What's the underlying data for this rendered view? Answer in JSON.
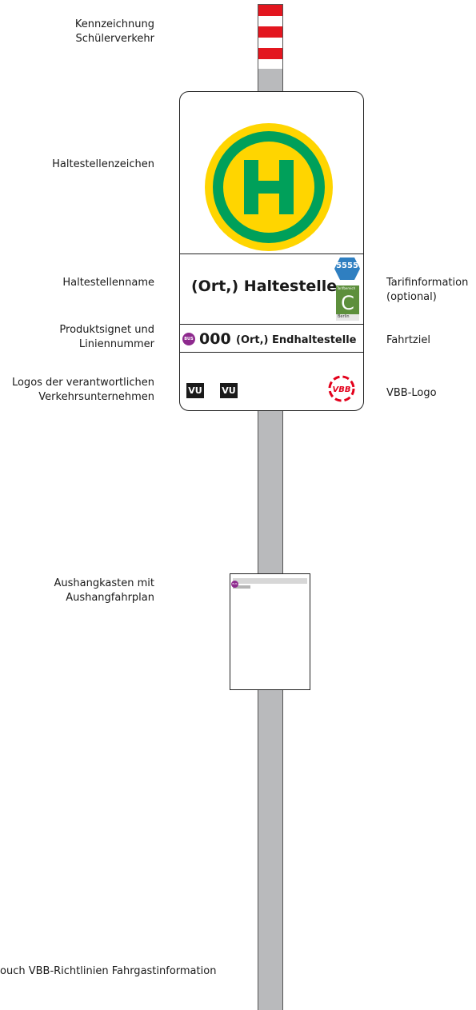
{
  "labels": {
    "school_marking": [
      "Kennzeichnung",
      "Schülerverkehr"
    ],
    "stop_sign": "Haltestellenzeichen",
    "stop_name": "Haltestellenname",
    "product_line": [
      "Produktsignet und",
      "Liniennummer"
    ],
    "operator_logos": [
      "Logos der verantwortlichen",
      "Verkehrsunternehmen"
    ],
    "tariff_info": [
      "Tarifinformation",
      "(optional)"
    ],
    "destination": "Fahrtziel",
    "vbb_logo": "VBB-Logo",
    "timetable_box": [
      "Aushangkasten mit",
      "Aushangfahrplan"
    ],
    "footer": "ouch VBB-Richtlinien Fahrgastinformation"
  },
  "sign": {
    "stop_name": "(Ort,) Haltestelle",
    "tariff_number": "5555",
    "zone_letter": "C",
    "zone_top": "Tarifbereich",
    "zone_city": "Berlin",
    "bus_badge": "BUS",
    "line_number": "000",
    "destination": "(Ort,) Endhaltestelle",
    "operator_1": "VU",
    "operator_2": "VU",
    "vbb_text": "VBB"
  },
  "timetable_box": {
    "bus_badge": "BUS"
  },
  "colors": {
    "stop_sign_yellow": "#ffd500",
    "stop_sign_green": "#00a05a",
    "bus_purple": "#8e2a8e",
    "tariff_blue": "#2f7fc1",
    "zone_green": "#5d8f3c",
    "vbb_red": "#e3001b",
    "school_red": "#e3161f",
    "pole_grey": "#b9babc"
  }
}
